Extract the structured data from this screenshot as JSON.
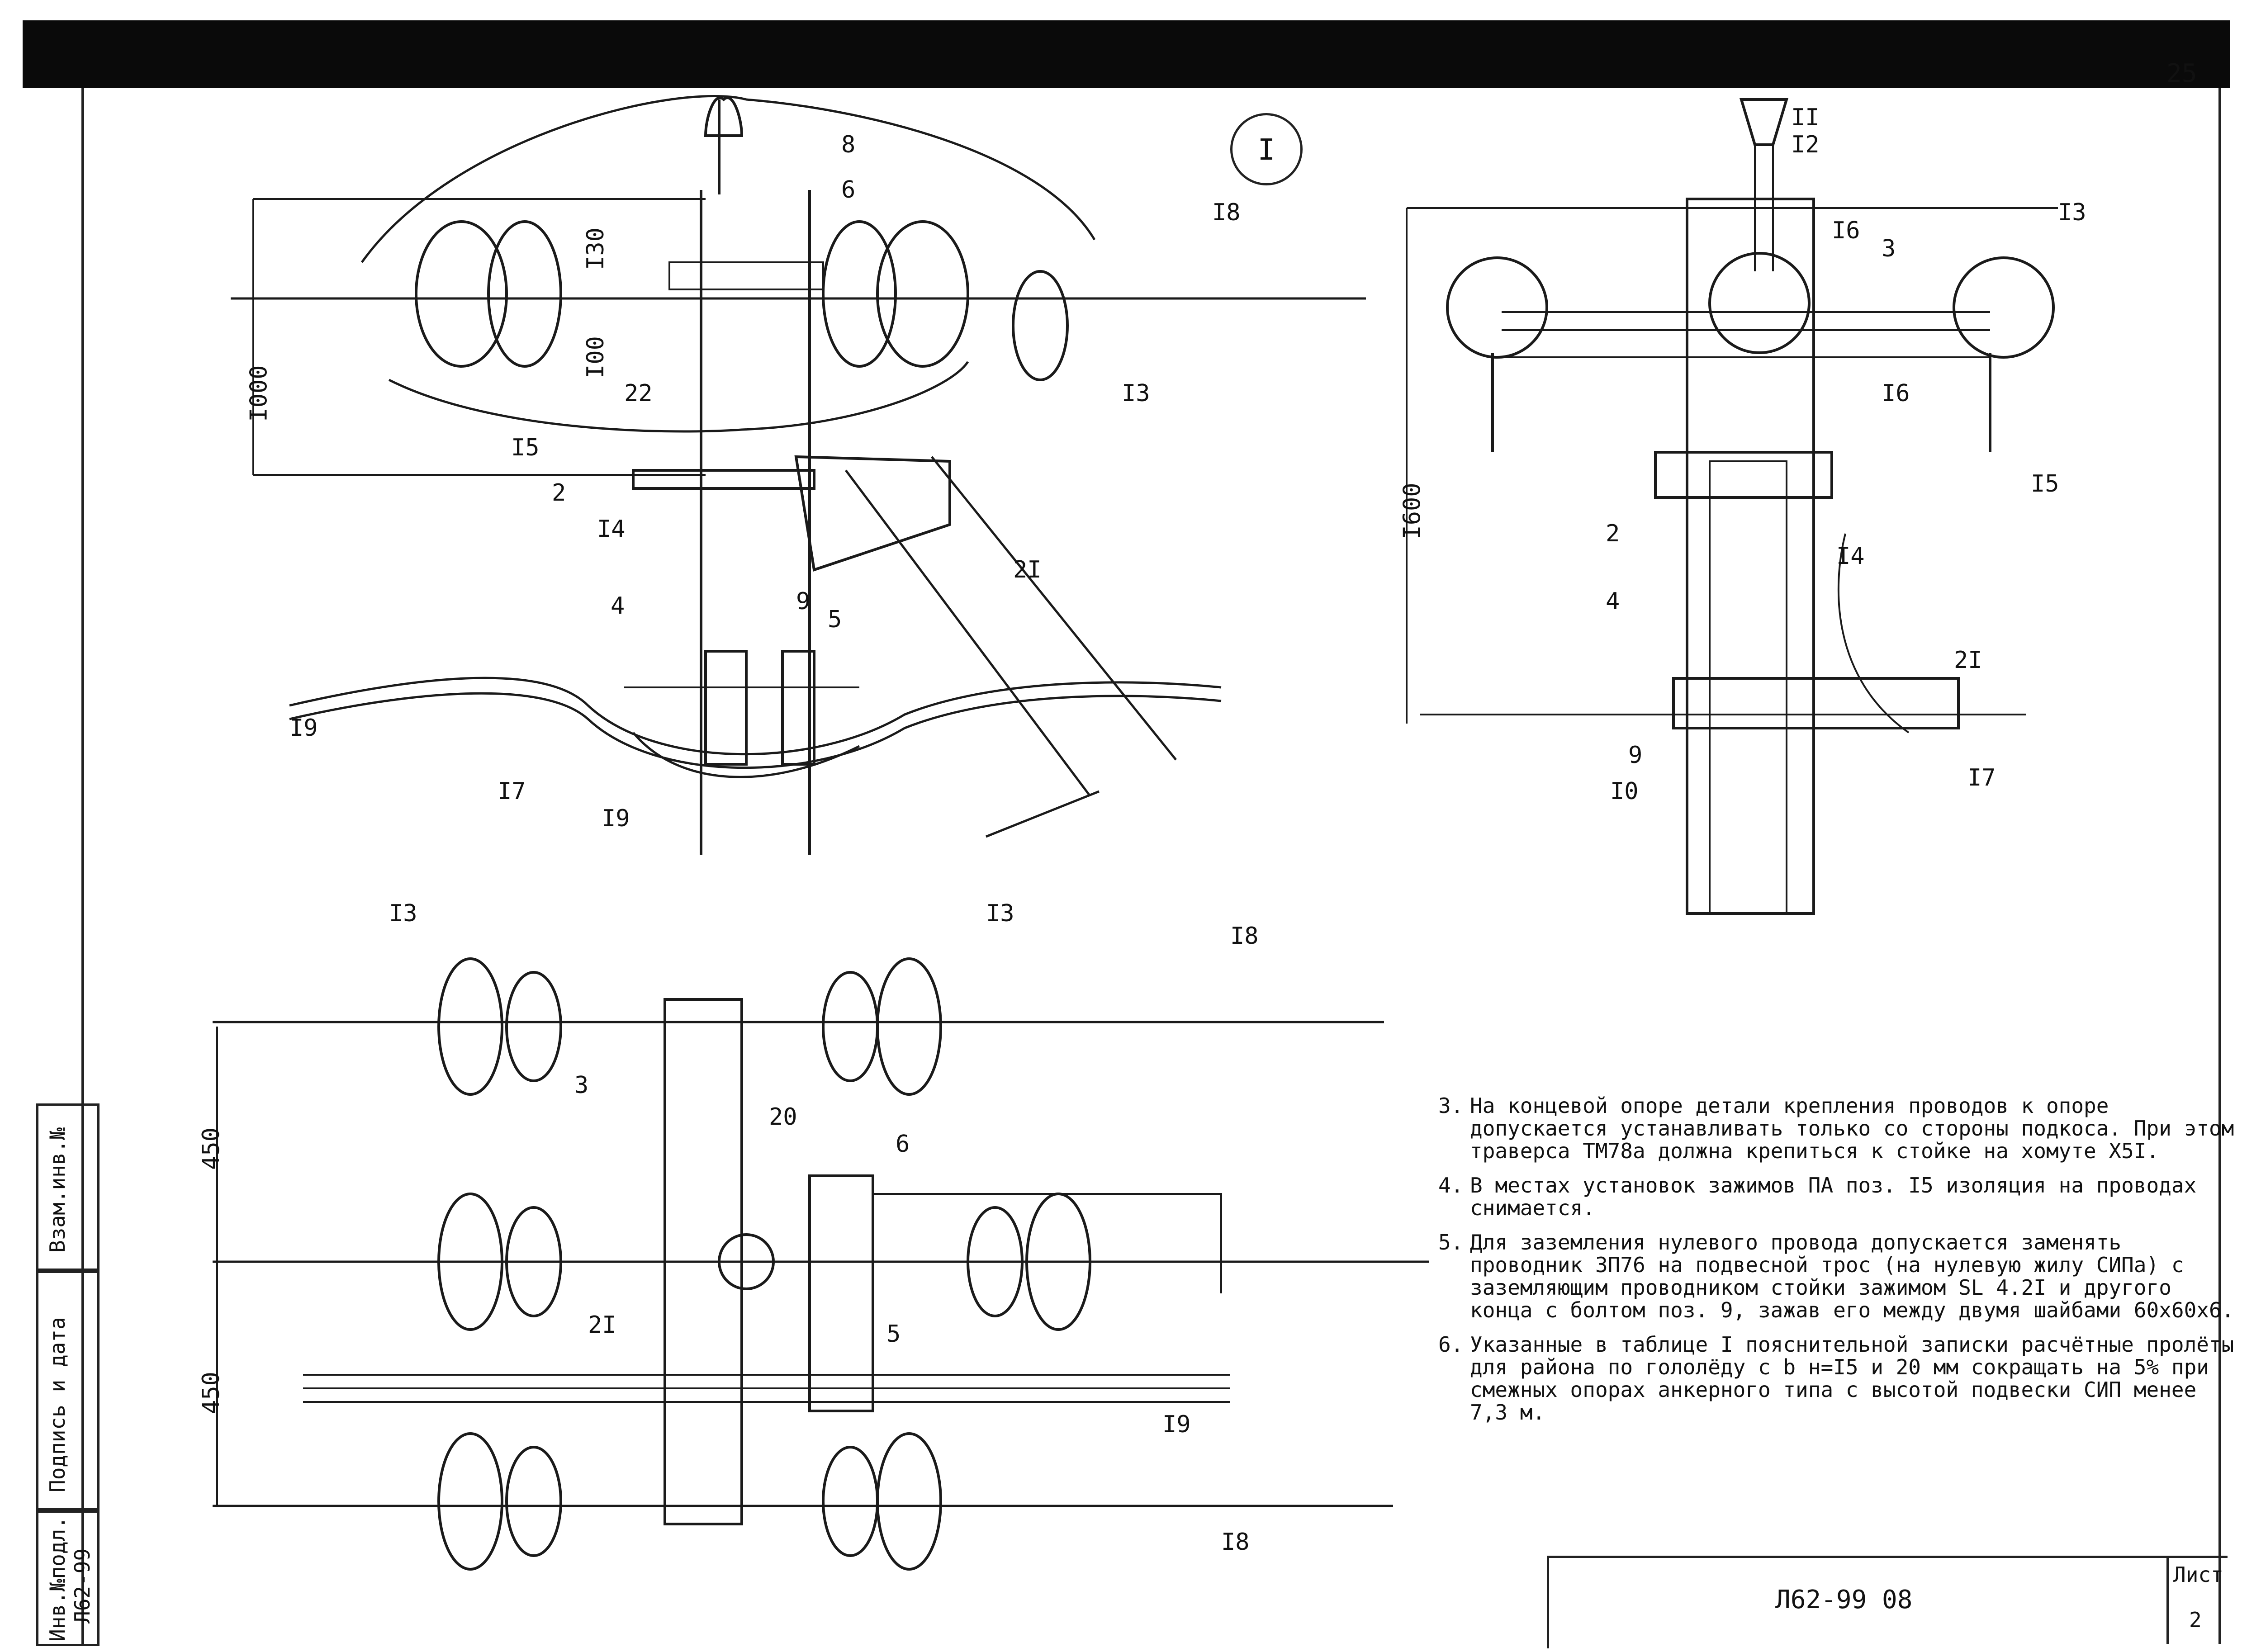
{
  "sheet_number_top": "25",
  "view_marker": "I",
  "dimensions": {
    "d130": "I30",
    "d100": "I00",
    "d1000": "I000",
    "d1600": "I600",
    "d450a": "450",
    "d450b": "450"
  },
  "callouts_view1": [
    "8",
    "6",
    "I8",
    "I3",
    "22",
    "I5",
    "2",
    "I4",
    "4",
    "9",
    "5",
    "2I",
    "I9",
    "I7",
    "I9"
  ],
  "callouts_view2": [
    "II",
    "I2",
    "I6",
    "3",
    "I3",
    "I6",
    "I5",
    "2",
    "I4",
    "4",
    "2I",
    "9",
    "I0",
    "I7"
  ],
  "callouts_view3": [
    "I3",
    "I3",
    "I8",
    "3",
    "20",
    "6",
    "2I",
    "5",
    "I9",
    "I8"
  ],
  "notes": [
    {
      "num": "3.",
      "text": "На концевой опоре детали крепления проводов к опоре допускается устанавливать только со стороны подкоса. При этом траверса ТМ78а должна крепиться к стойке на хомуте Х5I."
    },
    {
      "num": "4.",
      "text": "В местах установок зажимов ПА поз. I5 изоляция на проводах снимается."
    },
    {
      "num": "5.",
      "text": "Для заземления нулевого провода допускается заменять проводник ЗП76 на подвесной трос (на нулевую жилу СИПа) с заземляющим проводником стойки зажимом SL 4.2I и другого конца с болтом поз. 9, зажав его между двумя шайбами 60х60х6."
    },
    {
      "num": "6.",
      "text": "Указанные в таблице I пояснительной записки расчётные пролёты для района по гололёду с b н=I5 и 20 мм сокращать на 5% при смежных опорах анкерного типа с высотой подвески СИП менее 7,3 м."
    }
  ],
  "stamp": {
    "vzam": "Взам.инв.№",
    "podpis": "Подпись и дата",
    "inv": "Инв.№подл.",
    "inv_value": "Л62-99"
  },
  "titleblock": {
    "code": "Л62-99 08",
    "list_label": "Лист",
    "list_num": "2"
  }
}
